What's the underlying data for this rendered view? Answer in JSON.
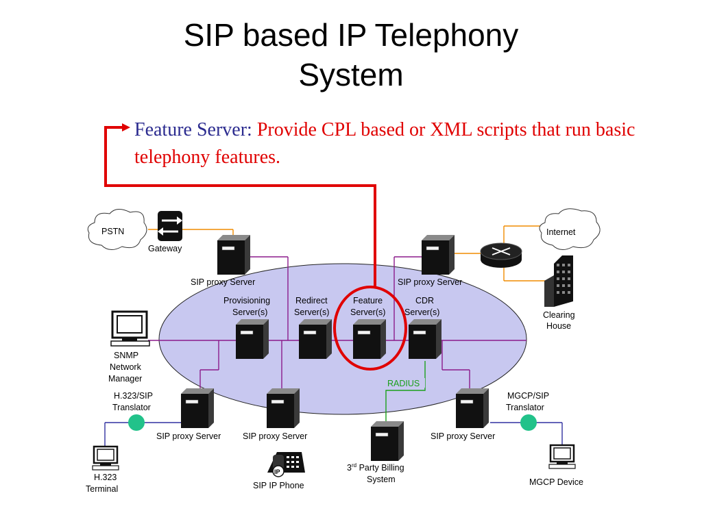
{
  "title_lines": [
    "SIP based IP Telephony",
    "System"
  ],
  "description": {
    "lead": "Feature Server:",
    "rest": "Provide CPL based or XML scripts that run basic telephony features."
  },
  "colors": {
    "accent_red": "#e00000",
    "ellipse_fill": "#c8c8f0",
    "purple_link": "#8b1a8b",
    "orange_link": "#f08c00",
    "green_link": "#1aa01a",
    "blue_link": "#3030a0",
    "translator_node": "#22c28a"
  },
  "diagram": {
    "clouds": {
      "pstn": "PSTN",
      "internet": "Internet"
    },
    "gateway": "Gateway",
    "proxy_label": "SIP proxy Server",
    "servers": {
      "provisioning": [
        "Provisioning",
        "Server(s)"
      ],
      "redirect": [
        "Redirect",
        "Server(s)"
      ],
      "feature": [
        "Feature",
        "Server(s)"
      ],
      "cdr": [
        "CDR",
        "Server(s)"
      ]
    },
    "snmp": [
      "SNMP",
      "Network",
      "Manager"
    ],
    "clearing_house": [
      "Clearing",
      "House"
    ],
    "h323_translator": [
      "H.323/SIP",
      "Translator"
    ],
    "mgcp_translator": [
      "MGCP/SIP",
      "Translator"
    ],
    "h323_terminal": [
      "H.323",
      "Terminal"
    ],
    "sip_phone": "SIP IP Phone",
    "billing": {
      "prefix": "3",
      "sup": "rd",
      "rest": "Party Billing",
      "line2": "System"
    },
    "mgcp_device": "MGCP Device",
    "radius": "RADIUS",
    "phone_badge": "IP"
  }
}
